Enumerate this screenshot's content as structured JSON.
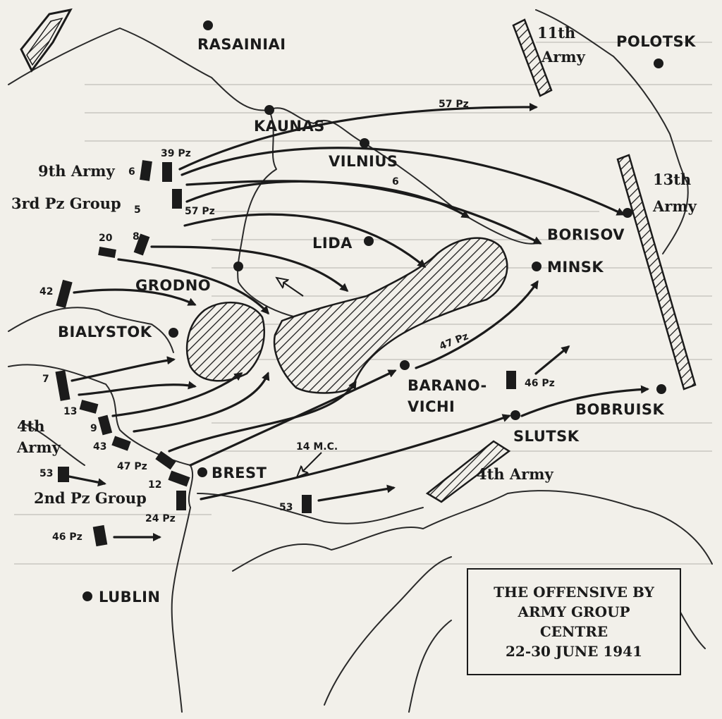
{
  "title_block": {
    "line1": "THE OFFENSIVE BY",
    "line2": "ARMY GROUP",
    "line3": "CENTRE",
    "line4": "22-30 JUNE 1941"
  },
  "cities": {
    "rasainiai": "RASAINIAI",
    "polotsk": "POLOTSK",
    "kaunas": "KAUNAS",
    "vilnius": "VILNIUS",
    "lida": "LIDA",
    "borisov": "BORISOV",
    "minsk": "MINSK",
    "grodno": "GRODNO",
    "bialystok": "BIALYSTOK",
    "baranovichi_1": "BARANO-",
    "baranovichi_2": "VICHI",
    "slutsk": "SLUTSK",
    "bobruisk": "BOBRUISK",
    "brest": "BREST",
    "lublin": "LUBLIN"
  },
  "formations": {
    "army9": "9th Army",
    "pzgroup3": "3rd Pz Group",
    "army4_1": "4th",
    "army4_2": "Army",
    "pzgroup2": "2nd Pz Group",
    "soviet11_1": "11th",
    "soviet11_2": "Army",
    "soviet13_1": "13th",
    "soviet13_2": "Army",
    "soviet4": "4th Army"
  },
  "units": {
    "u57pz_top": "57 Pz",
    "u39pz": "39 Pz",
    "u6a": "6",
    "u6b": "6",
    "u5": "5",
    "u57pz": "57 Pz",
    "u20": "20",
    "u8": "8",
    "u42": "42",
    "u7": "7",
    "u13": "13",
    "u9": "9",
    "u43": "43",
    "u47pz": "47 Pz",
    "u47pz_east": "47 Pz",
    "u12": "12",
    "u24pz": "24 Pz",
    "u53": "53",
    "u53_east": "53",
    "u46pz": "46 Pz",
    "u46pz_east": "46 Pz",
    "u14mc": "14 M.C."
  },
  "colors": {
    "ink": "#1b1b1b",
    "paper": "#f2f0ea"
  }
}
